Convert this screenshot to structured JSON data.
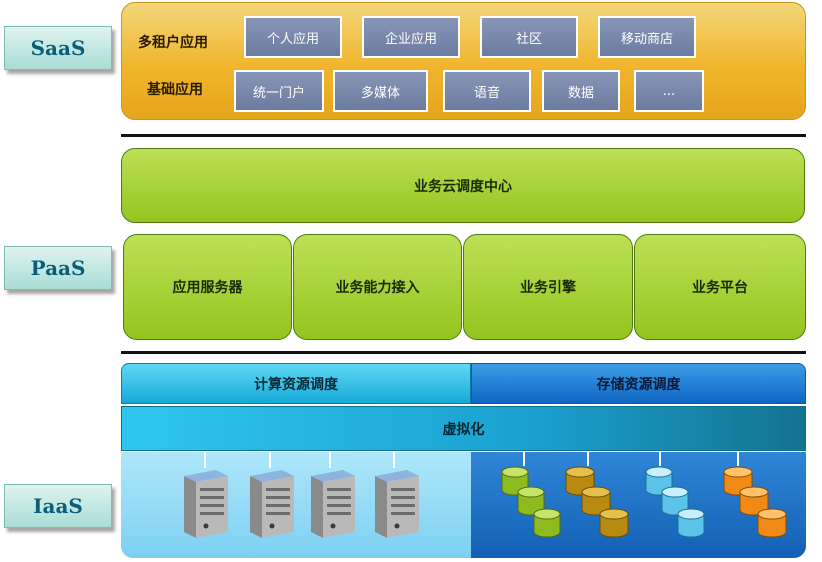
{
  "layers": {
    "saas": "SaaS",
    "paas": "PaaS",
    "iaas": "IaaS"
  },
  "saas": {
    "row1_label": "多租户应用",
    "row1_items": [
      "个人应用",
      "企业应用",
      "社区",
      "移动商店"
    ],
    "row2_label": "基础应用",
    "row2_items": [
      "统一门户",
      "多媒体",
      "语音",
      "数据",
      "..."
    ]
  },
  "paas": {
    "center": "业务云调度中心",
    "modules": [
      "应用服务器",
      "业务能力接入",
      "业务引擎",
      "业务平台"
    ]
  },
  "iaas": {
    "compute": "计算资源调度",
    "storage": "存储资源调度",
    "virtualization": "虚拟化",
    "server_icons": [
      "server-icon",
      "server-icon",
      "server-icon",
      "server-icon"
    ],
    "storage_icons": [
      "database-green-icon",
      "database-gold-icon",
      "database-cyan-icon",
      "database-orange-icon"
    ]
  },
  "colors": {
    "saas": "#f0b52d",
    "paas": "#93c51f",
    "compute": "#16a9d9",
    "storage": "#1066c4",
    "label_text": "#0b5e79"
  }
}
